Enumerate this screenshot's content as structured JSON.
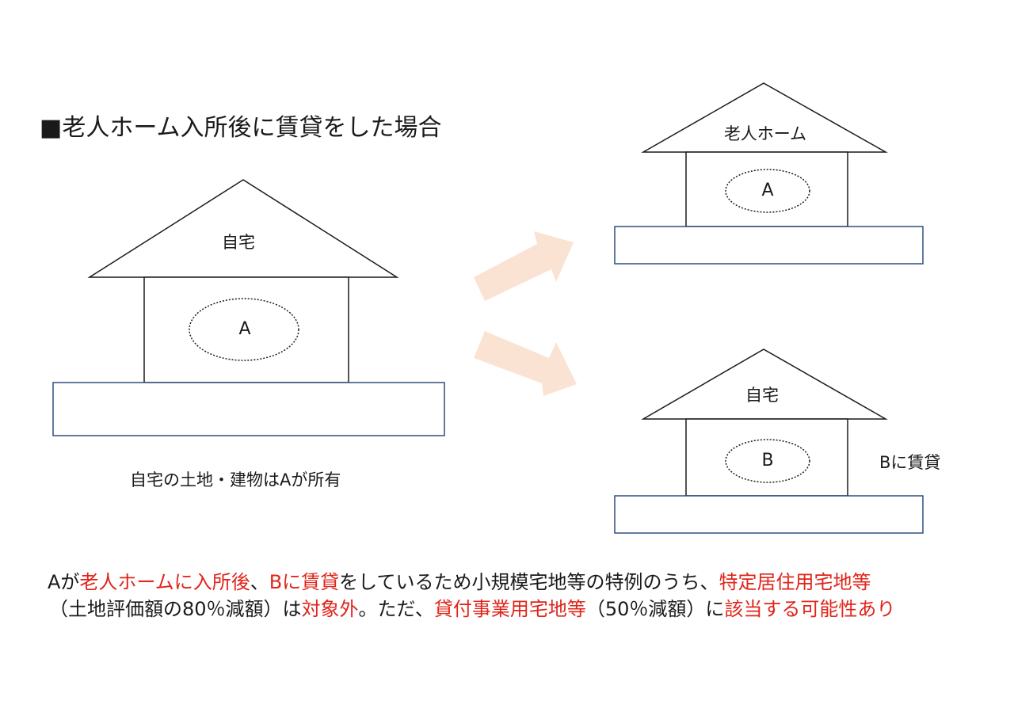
{
  "title": "■老人ホーム入所後に賃貸をした場合",
  "left_house": {
    "roof_label": "自宅",
    "owner": "A",
    "caption": "自宅の土地・建物はAが所有"
  },
  "top_right_house": {
    "roof_label": "老人ホーム",
    "owner": "A"
  },
  "bottom_right_house": {
    "roof_label": "自宅",
    "owner": "B",
    "note": "Bに賃貸"
  },
  "explanation": {
    "line1": [
      {
        "text": "Aが",
        "red": false
      },
      {
        "text": "老人ホームに入所後",
        "red": true
      },
      {
        "text": "、",
        "red": false
      },
      {
        "text": "Bに賃貸",
        "red": true
      },
      {
        "text": "をしているため小規模宅地等の特例のうち、",
        "red": false
      },
      {
        "text": "特定居住用宅地等",
        "red": true
      }
    ],
    "line2": [
      {
        "text": "（土地評価額の80％減額）は",
        "red": false
      },
      {
        "text": "対象外",
        "red": true
      },
      {
        "text": "。ただ、",
        "red": false
      },
      {
        "text": "貸付事業用宅地等",
        "red": true
      },
      {
        "text": "（50％減額）に",
        "red": false
      },
      {
        "text": "該当する可能性あり",
        "red": true
      }
    ]
  },
  "colors": {
    "arrow": "#fbe3d4",
    "land_border": "#2f4f7f",
    "line": "#1a1a1a",
    "highlight": "#e0251b"
  }
}
